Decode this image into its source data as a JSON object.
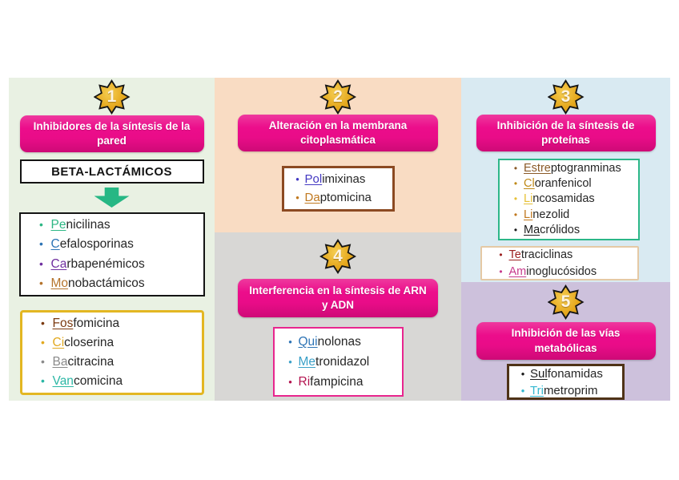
{
  "glyphs": {
    "bullet": "•"
  },
  "colors": {
    "header_pink": "#ec0d8b",
    "col1_bg": "#e9f1e3",
    "col2_top_bg": "#f9dcc3",
    "col2_bottom_bg": "#d8d7d5",
    "col3_top_bg": "#d9eaf2",
    "col3_bottom_bg": "#cdc1dc",
    "star_gold": "#e5a81e",
    "arrow_green": "#26b784"
  },
  "sections": {
    "wall": {
      "badge": "1",
      "header": "Inhibidores de la síntesis de la pared",
      "subheader": "BETA-LACTÁMICOS",
      "beta_items": [
        {
          "prefix": "Pe",
          "rest": "nicilinas",
          "color": "#2cb784"
        },
        {
          "prefix": "C",
          "rest": "efalosporinas",
          "color": "#2e74b5"
        },
        {
          "prefix": "Ca",
          "rest": "rbapenémicos",
          "color": "#7030a0"
        },
        {
          "prefix": "Mo",
          "rest": "nobactámicos",
          "color": "#b5742c"
        }
      ],
      "other_items": [
        {
          "prefix": "Fos",
          "rest": "fomicina",
          "color": "#7b3a10"
        },
        {
          "prefix": "Ci",
          "rest": "closerina",
          "color": "#e2a91f"
        },
        {
          "prefix": "Ba",
          "rest": "citracina",
          "color": "#8a8a8a"
        },
        {
          "prefix": "Van",
          "rest": "comicina",
          "color": "#2bb7a5"
        }
      ]
    },
    "membrane": {
      "badge": "2",
      "header": "Alteración en la membrana citoplasmática",
      "items": [
        {
          "prefix": "Pol",
          "rest": "imixinas",
          "color": "#4338c2"
        },
        {
          "prefix": "Da",
          "rest": "ptomicina",
          "color": "#c0781e"
        }
      ]
    },
    "rna": {
      "badge": "4",
      "header": "Interferencia en la síntesis de ARN y ADN",
      "items": [
        {
          "prefix": "Qui",
          "rest": "nolonas",
          "color": "#2e74b5",
          "underline": true
        },
        {
          "prefix": "Me",
          "rest": "tronidazol",
          "color": "#3aa0c8",
          "underline": true
        },
        {
          "prefix": "Ri",
          "rest": "fampicina",
          "color": "#b3134f",
          "underline": false
        }
      ]
    },
    "protein": {
      "badge": "3",
      "header": "Inhibición de la síntesis de proteínas",
      "items": [
        {
          "prefix": "Estre",
          "rest": "ptogranminas",
          "color": "#8a5a28"
        },
        {
          "prefix": "Cl",
          "rest": "oranfenicol",
          "color": "#bf8a18"
        },
        {
          "prefix": "Li",
          "rest": "ncosamidas",
          "color": "#e6c137"
        },
        {
          "prefix": "Li",
          "rest": "nezolid",
          "color": "#c0781e"
        },
        {
          "prefix": "Ma",
          "rest": "crólidos",
          "color": "#1a1a1a"
        }
      ],
      "items2": [
        {
          "prefix": "Te",
          "rest": "traciclinas",
          "color": "#9c2121"
        },
        {
          "prefix": "Am",
          "rest": "inoglucósidos",
          "color": "#c73a8c"
        }
      ]
    },
    "metabolic": {
      "badge": "5",
      "header": "Inhibición de las vías metabólicas",
      "items": [
        {
          "prefix": "Sul",
          "rest": "fonamidas",
          "color": "#1a1a1a"
        },
        {
          "prefix": "Tri",
          "rest": "metroprim",
          "color": "#35b8d0"
        }
      ]
    }
  }
}
